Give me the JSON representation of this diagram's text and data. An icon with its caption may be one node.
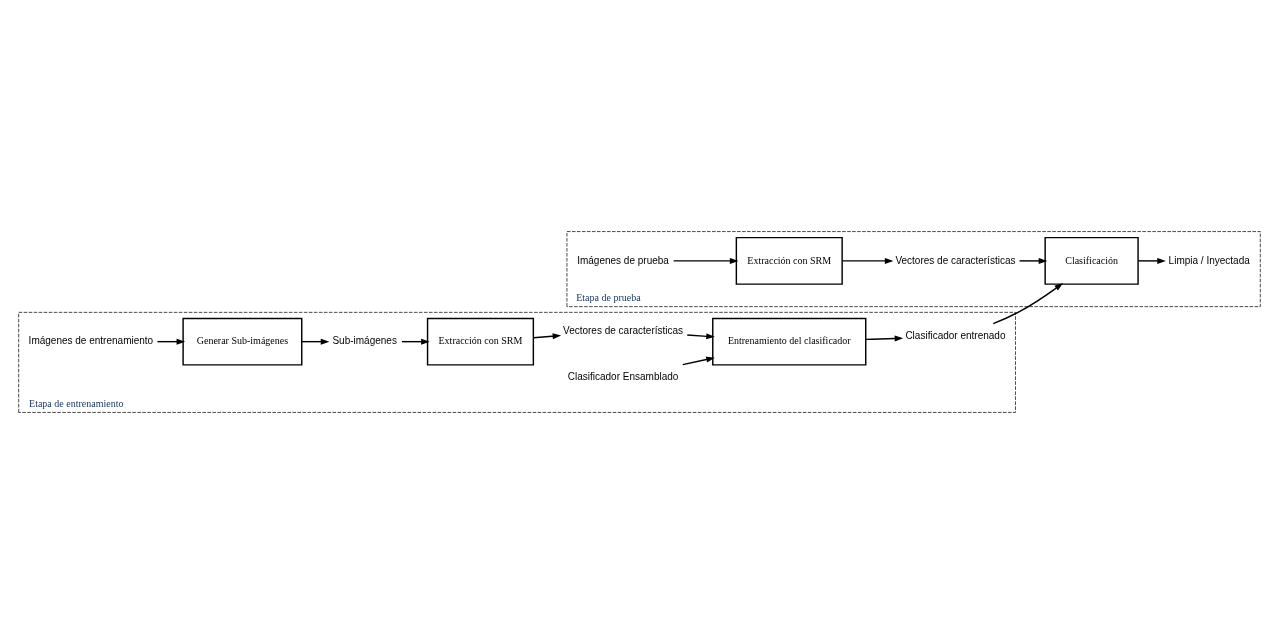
{
  "diagram": {
    "nodes": [
      {
        "text": [
          "Etapa de entrenamiento"
        ]
      },
      {
        "text": [
          "Generar Sub-imágenes"
        ],
        "in": 0
      },
      {
        "text": [
          "Imágenes de entrenamiento"
        ],
        "in": 0
      },
      {
        "text": [
          "Sub-imágenes"
        ],
        "in": 0
      },
      {
        "text": [
          "Extracción con SRM"
        ],
        "in": 0
      },
      {
        "text": [
          "Vectores de características"
        ],
        "in": 0
      },
      {
        "text": [
          "Clasificador Ensamblado"
        ],
        "in": 0
      },
      {
        "text": [
          "Entrenamiento del clasificador"
        ],
        "in": 0
      },
      {
        "text": [
          "Clasificador entrenado"
        ],
        "in": 0
      },
      {
        "text": [
          "Etapa de prueba"
        ]
      },
      {
        "text": [
          "Imágenes de prueba"
        ],
        "in": 9
      },
      {
        "text": [
          "Extracción con SRM"
        ],
        "in": 9
      },
      {
        "text": [
          "Vectores de características"
        ],
        "in": 9
      },
      {
        "text": [
          "Clasificación"
        ],
        "in": 9
      },
      {
        "text": [
          "Limpia / Inyectada"
        ],
        "in": 9
      }
    ],
    "edges": [
      {
        "from": 2,
        "to": 1,
        "arrow": "to"
      },
      {
        "from": 1,
        "to": 3,
        "arrow": "to"
      },
      {
        "from": 3,
        "to": 4,
        "arrow": "to"
      },
      {
        "from": 4,
        "to": 5,
        "arrow": "to"
      },
      {
        "from": 5,
        "to": 7,
        "arrow": "to"
      },
      {
        "from": 6,
        "to": 7,
        "arrow": "to"
      },
      {
        "from": 7,
        "to": 8,
        "arrow": "to"
      },
      {
        "from": 8,
        "to": 13,
        "arrow": "to"
      },
      {
        "from": 10,
        "to": 11,
        "arrow": "to"
      },
      {
        "from": 11,
        "to": 12,
        "arrow": "to"
      },
      {
        "from": 12,
        "to": 13,
        "arrow": "to"
      },
      {
        "from": 13,
        "to": 14,
        "arrow": "to"
      }
    ]
  }
}
